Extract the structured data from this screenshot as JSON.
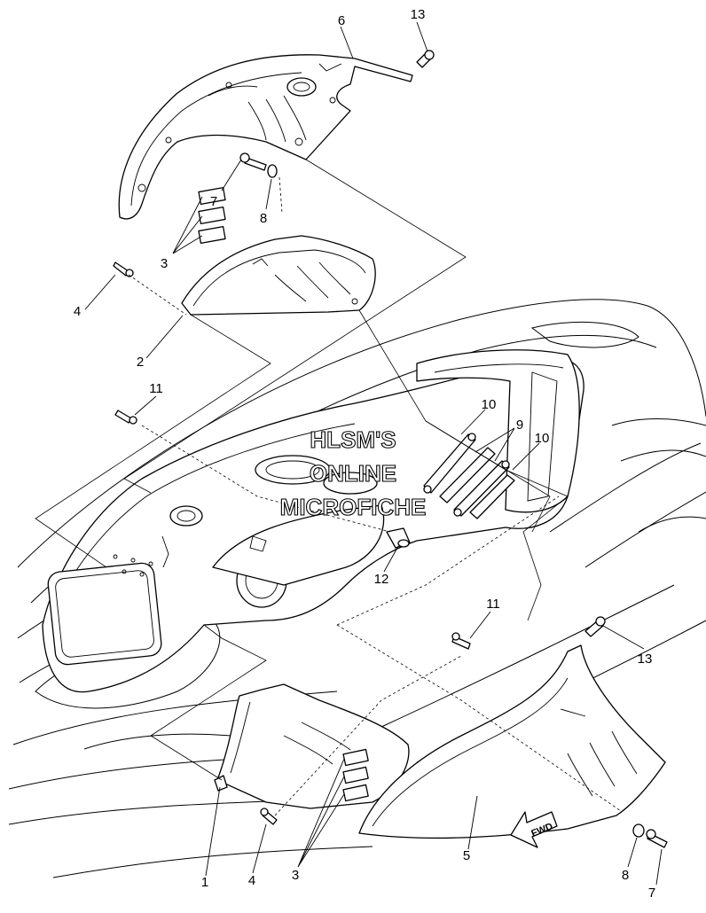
{
  "diagram": {
    "watermark": {
      "line1": "HLSM'S",
      "line2": "ONLINE",
      "line3": "MICROFICHE"
    },
    "direction_marker": "FWD",
    "callouts": [
      {
        "id": "c6",
        "label": "6"
      },
      {
        "id": "c13a",
        "label": "13"
      },
      {
        "id": "c7a",
        "label": "7"
      },
      {
        "id": "c8a",
        "label": "8"
      },
      {
        "id": "c3a",
        "label": "3"
      },
      {
        "id": "c4a",
        "label": "4"
      },
      {
        "id": "c2",
        "label": "2"
      },
      {
        "id": "c11a",
        "label": "11"
      },
      {
        "id": "c10a",
        "label": "10"
      },
      {
        "id": "c9",
        "label": "9"
      },
      {
        "id": "c10b",
        "label": "10"
      },
      {
        "id": "c12",
        "label": "12"
      },
      {
        "id": "c11b",
        "label": "11"
      },
      {
        "id": "c13b",
        "label": "13"
      },
      {
        "id": "c5",
        "label": "5"
      },
      {
        "id": "c8b",
        "label": "8"
      },
      {
        "id": "c7b",
        "label": "7"
      },
      {
        "id": "c1",
        "label": "1"
      },
      {
        "id": "c4b",
        "label": "4"
      },
      {
        "id": "c3b",
        "label": "3"
      }
    ]
  }
}
